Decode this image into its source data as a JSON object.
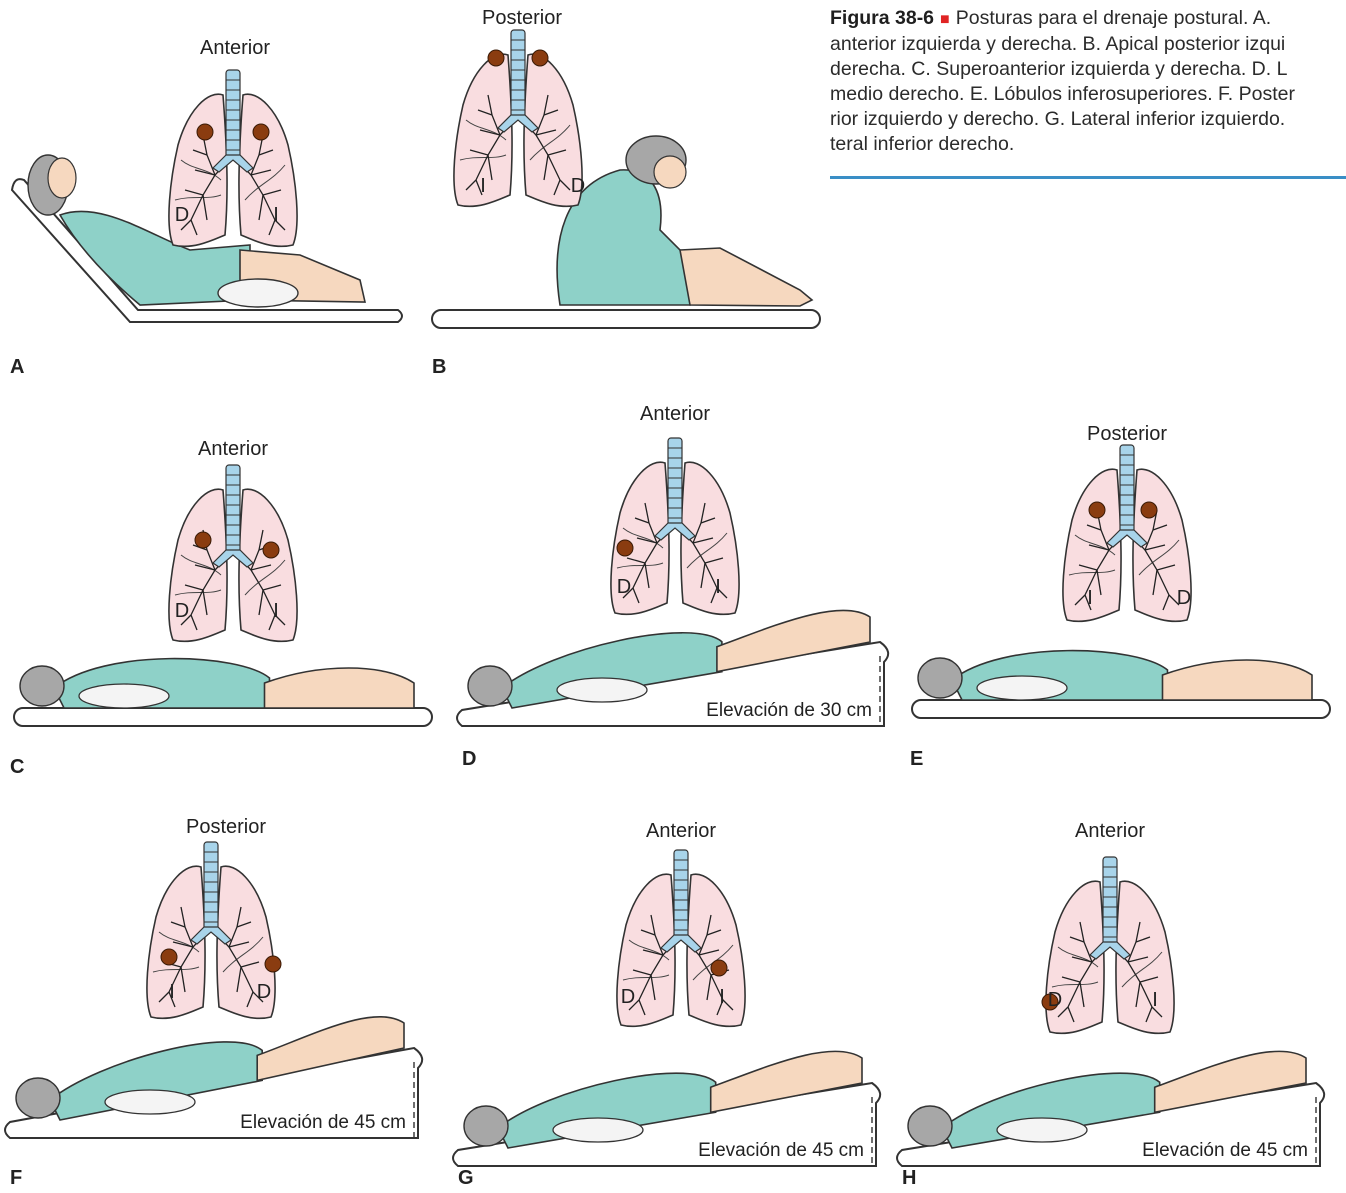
{
  "caption": {
    "figure_label": "Figura 38-6",
    "marker": "■",
    "line1_rest": "Posturas para el drenaje postural. A.",
    "line2": "anterior izquierda y derecha. B. Apical posterior izqui",
    "line3": "derecha. C. Superoanterior izquierda y derecha. D. L",
    "line4": "medio derecho. E. Lóbulos inferosuperiores. F. Poster",
    "line5": "rior izquierdo y derecho. G. Lateral inferior izquierdo.",
    "line6": "teral inferior derecho."
  },
  "panels": [
    {
      "letter": "A",
      "view": "Anterior",
      "left": "D",
      "right": "I",
      "elevation": ""
    },
    {
      "letter": "B",
      "view": "Posterior",
      "left": "I",
      "right": "D",
      "elevation": ""
    },
    {
      "letter": "C",
      "view": "Anterior",
      "left": "D",
      "right": "I",
      "elevation": ""
    },
    {
      "letter": "D",
      "view": "Anterior",
      "left": "D",
      "right": "I",
      "elevation": "Elevación de 30 cm"
    },
    {
      "letter": "E",
      "view": "Posterior",
      "left": "I",
      "right": "D",
      "elevation": ""
    },
    {
      "letter": "F",
      "view": "Posterior",
      "left": "I",
      "right": "D",
      "elevation": "Elevación de 45 cm"
    },
    {
      "letter": "G",
      "view": "Anterior",
      "left": "D",
      "right": "I",
      "elevation": "Elevación de 45 cm"
    },
    {
      "letter": "H",
      "view": "Anterior",
      "left": "D",
      "right": "I",
      "elevation": "Elevación de 45 cm"
    }
  ],
  "colors": {
    "lung_fill": "#f9dde0",
    "airway": "#a8d4ea",
    "secretion": "#8a3c10",
    "gown": "#8ed1c8",
    "skin": "#f6d8bf",
    "hair": "#a7a7a7",
    "pillow": "#f4f4f4",
    "caption_rule": "#3a8ec6",
    "marker": "#e02424"
  }
}
